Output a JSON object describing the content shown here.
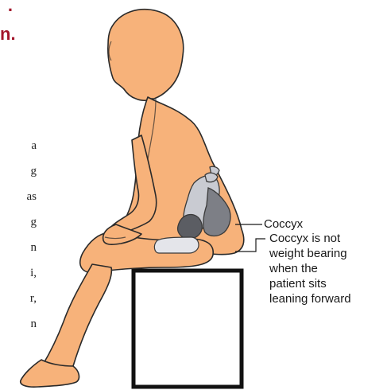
{
  "left_column": {
    "title_fragments": [
      ".",
      "n."
    ],
    "text_fragments": [
      "a",
      "g",
      "as",
      "g",
      "n",
      "i,",
      "r,",
      "n"
    ]
  },
  "labels": {
    "coccyx": "Coccyx",
    "note": [
      "Coccyx is not",
      "weight bearing",
      "when the",
      "patient sits",
      "leaning forward"
    ]
  },
  "colors": {
    "skin": "#f7b27a",
    "outline": "#2a2a2a",
    "title": "#a3142a"
  }
}
